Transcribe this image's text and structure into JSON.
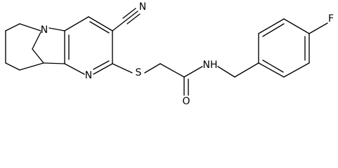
{
  "molecule": {
    "atoms": {
      "n_bridgehead": "N",
      "n_pyridine": "N",
      "sulfur": "S",
      "nitrile_n": "N",
      "amide_n": "NH",
      "amide_o": "O",
      "fluorine": "F"
    }
  }
}
